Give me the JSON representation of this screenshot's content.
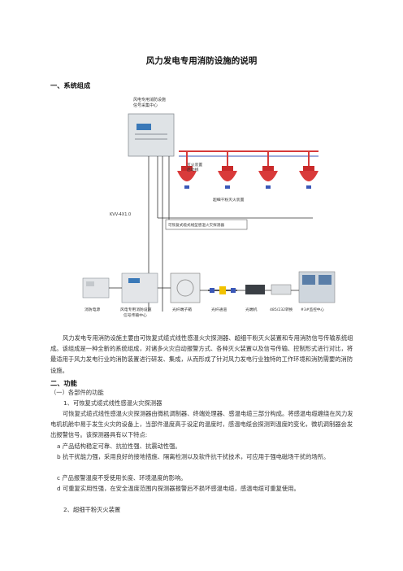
{
  "doc": {
    "title": "风力发电专用消防设施的说明",
    "section1": "一、系统组成",
    "section2": "二、功能",
    "sub1": "（一）各部件的功能",
    "item1": "1、可恢复式缆式线性感温火灾探测器",
    "para1": "风力发电专用消防设施主要由可恢复式缆式线性感温火灾探测器、超细干粉灭火装置和专用消防信号传输系统组成。该组成是一种全新的系统组成，对诸多火灾自动报警方式、各种灭火装置以及信号传输、控制形式进行对比，将最适用于风力发电行业的消防装置进行研发、集成，从而形成了针对风力发电行业独特的工作环境和消防需要的消防设施。",
    "para2": "可恢复式缆式线性感温火灾探测器由微机调制器、终端处理器、感温电缆三部分构成。将感温电缆缠绕在风力发电机机舱中易于发生火灾的设备上，当部件温度高于设定的温度时，感温电缆会探测到温度的变化，微机调制器会发出报警信号。该探测器具有以下特点:",
    "feat_a": "a 产品结构稳定可靠、抗拉性强、抗震动性强。",
    "feat_b": "b 抗干扰能力强，采用良好的接地措施、隔离检测以及软件抗干扰技术，可应用于强电磁场干扰的场所。",
    "feat_c": "c 产品报警温度不受使用长度、环境温度的影响。",
    "feat_d": "d 可重复实用性强，在安全温度范围内探测器报警后不损坏感温电缆，感温电缆可重复使用。",
    "item2": "2、超细干粉灭火装置"
  },
  "diagram": {
    "center_label_1": "风电专用消防设施",
    "center_label_2": "信号采集中心",
    "cable_label": "KVV-4X1.0",
    "fire_start_1": "灭火装置",
    "fire_start_2": "启动线",
    "extinguisher_label": "超细干粉灭火装置",
    "detector_label": "可恢复式缆式线型感温火灾探测器",
    "bottom_labels": [
      "消防电源",
      "风电专用消防设施",
      "信号传输中心",
      "光纤端子箱",
      "光纤通道",
      "光端机",
      "485/232转换",
      "#3#监控中心"
    ]
  }
}
